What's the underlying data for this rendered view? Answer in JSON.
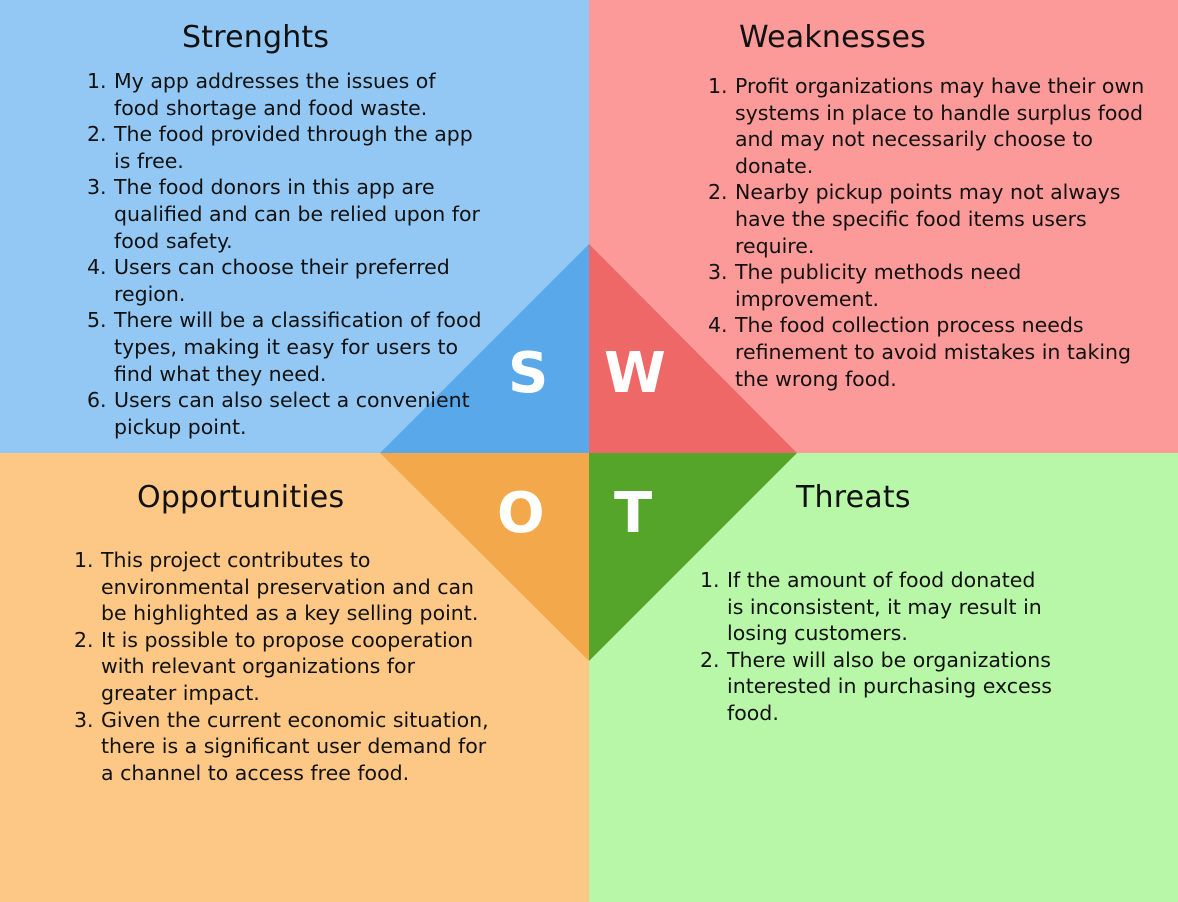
{
  "colors": {
    "strengths_bg": "#94c8f4",
    "weaknesses_bg": "#fc9a99",
    "opportunities_bg": "#fdc885",
    "threats_bg": "#b8f6a8",
    "strengths_tri": "#59a8ea",
    "weaknesses_tri": "#ee6868",
    "opportunities_tri": "#f3a94b",
    "threats_tri": "#55a52b"
  },
  "letters": {
    "s": "S",
    "w": "W",
    "o": "O",
    "t": "T"
  },
  "strengths": {
    "title": "Strenghts",
    "items": [
      {
        "num": "1.",
        "text": "My app addresses the issues of food shortage and food waste."
      },
      {
        "num": "2.",
        "text": "The food provided through the app is free."
      },
      {
        "num": "3.",
        "text": "The food donors in this app are qualified and can be relied upon for food safety."
      },
      {
        "num": "4.",
        "text": "Users can choose their preferred region."
      },
      {
        "num": "5.",
        "text": "There will be a classification of food types, making it easy for users to find what they need."
      },
      {
        "num": "6.",
        "text": "Users can also select a convenient pickup point."
      }
    ]
  },
  "weaknesses": {
    "title": "Weaknesses",
    "items": [
      {
        "num": "1.",
        "text": "Profit organizations may have their own systems in place to handle surplus food and may not necessarily choose to donate."
      },
      {
        "num": "2.",
        "text": "Nearby pickup points may not always have the specific food items users require."
      },
      {
        "num": "3.",
        "text": "The publicity methods need improvement."
      },
      {
        "num": "4.",
        "text": "The food collection process needs refinement to avoid mistakes in taking the wrong food."
      }
    ]
  },
  "opportunities": {
    "title": "Opportunities",
    "items": [
      {
        "num": "1.",
        "text": "This project contributes to environmental preservation and can be highlighted as a key selling point."
      },
      {
        "num": "2.",
        "text": "It is possible to propose cooperation with relevant organizations for greater impact."
      },
      {
        "num": "3.",
        "text": "Given the current economic situation, there is a significant user demand for a channel to access free food."
      }
    ]
  },
  "threats": {
    "title": "Threats",
    "items": [
      {
        "num": "1.",
        "text": "If the amount of food donated is inconsistent, it may result in losing customers."
      },
      {
        "num": "2.",
        "text": "There will also be organizations interested in purchasing excess food."
      }
    ]
  }
}
